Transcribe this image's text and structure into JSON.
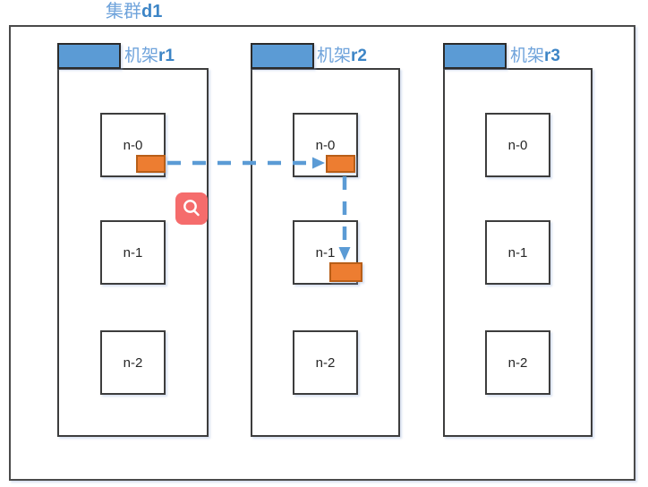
{
  "diagram": {
    "title": {
      "prefix": "集群",
      "suffix": "d1"
    },
    "racks": [
      {
        "label_prefix": "机架",
        "label_suffix": "r1",
        "nodes": [
          "n-0",
          "n-1",
          "n-2"
        ]
      },
      {
        "label_prefix": "机架",
        "label_suffix": "r2",
        "nodes": [
          "n-0",
          "n-1",
          "n-2"
        ]
      },
      {
        "label_prefix": "机架",
        "label_suffix": "r3",
        "nodes": [
          "n-0",
          "n-1",
          "n-2"
        ]
      }
    ],
    "replica_blocks": [
      {
        "location": "rack-r1 node-n-0"
      },
      {
        "location": "rack-r2 node-n-0"
      },
      {
        "location": "rack-r2 node-n-1"
      }
    ],
    "arrows": [
      {
        "from": "r1-n0-block",
        "to": "r2-n0-block",
        "style": "dashed",
        "direction": "right"
      },
      {
        "from": "r2-n0-block",
        "to": "r2-n1-block",
        "style": "dashed",
        "direction": "down"
      }
    ],
    "colors": {
      "accent_blue": "#5B9BD5",
      "label_blue": "#6FA3DB",
      "label_blue_strong": "#3D85C6",
      "block_orange": "#ED7D31",
      "block_orange_border": "#B85E18",
      "magnifier_red": "#F56C6C",
      "box_border": "#3d3d3d"
    },
    "icons": {
      "magnifier": "magnifier-icon"
    }
  }
}
